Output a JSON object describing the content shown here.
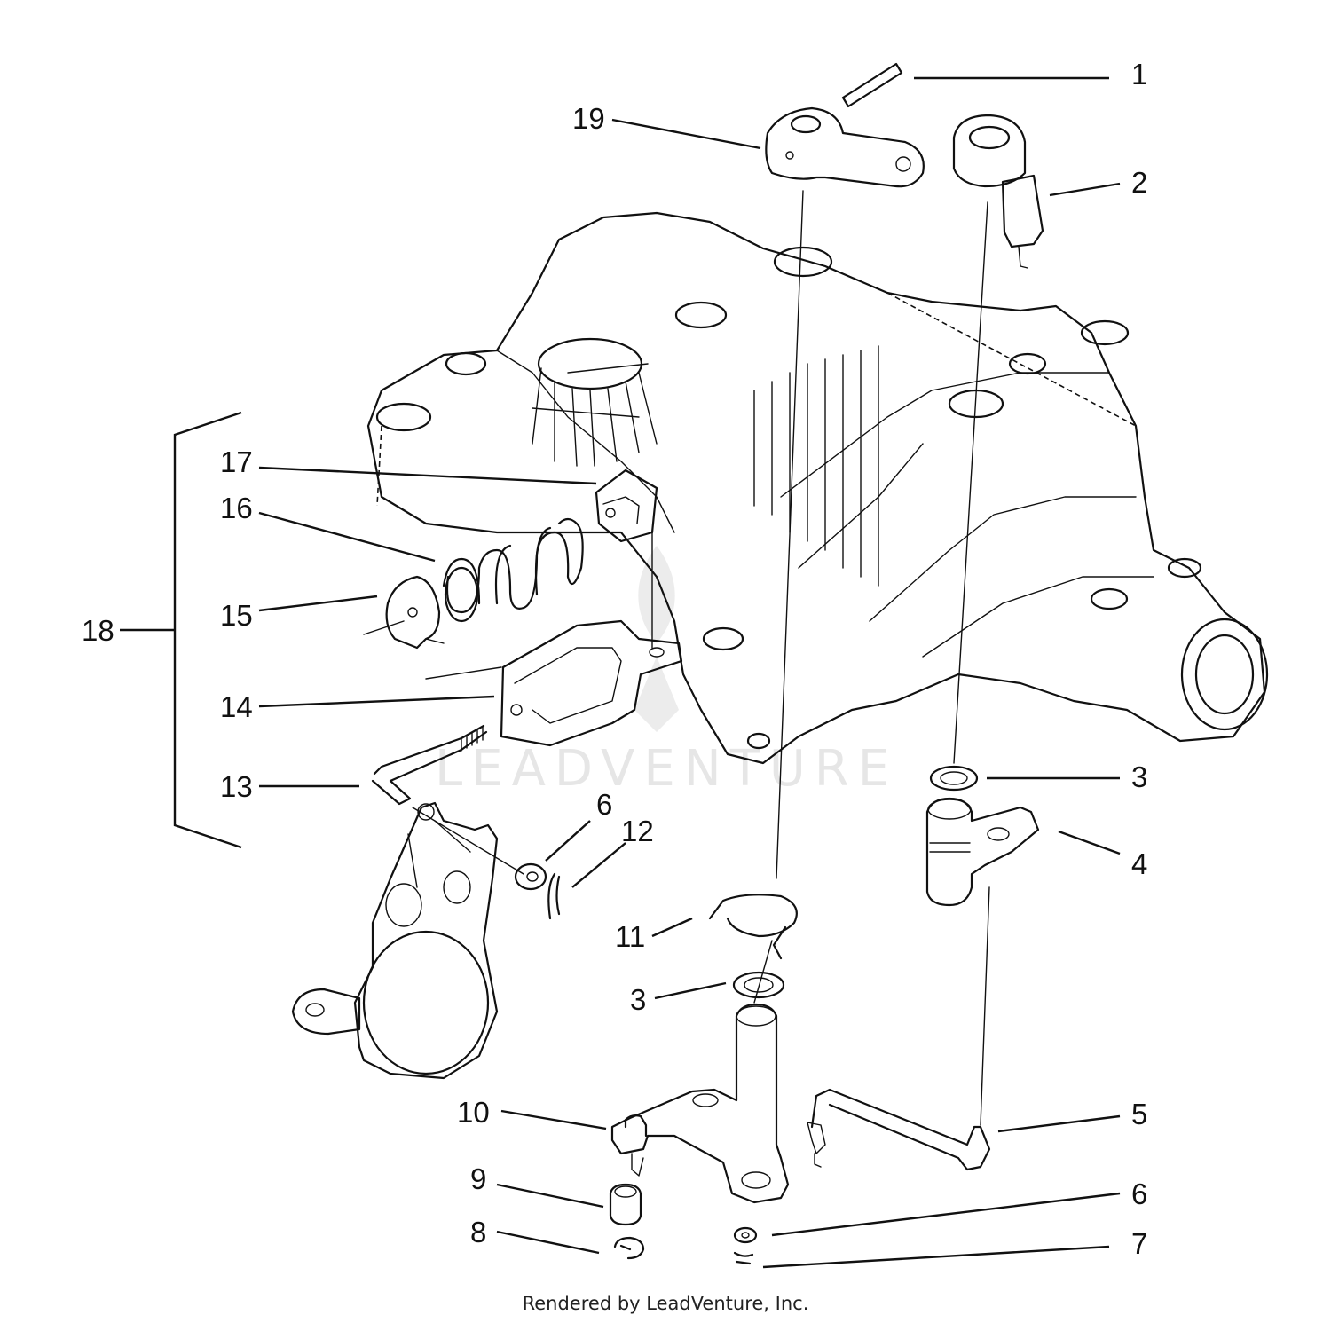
{
  "watermark": "LEADVENTURE",
  "footer": "Rendered by LeadVenture, Inc.",
  "callouts": {
    "c1": "1",
    "c2": "2",
    "c3a": "3",
    "c3b": "3",
    "c4": "4",
    "c5": "5",
    "c6a": "6",
    "c6b": "6",
    "c7": "7",
    "c8": "8",
    "c9": "9",
    "c10": "10",
    "c11": "11",
    "c12": "12",
    "c13": "13",
    "c14": "14",
    "c15": "15",
    "c16": "16",
    "c17": "17",
    "c18": "18",
    "c19": "19"
  }
}
